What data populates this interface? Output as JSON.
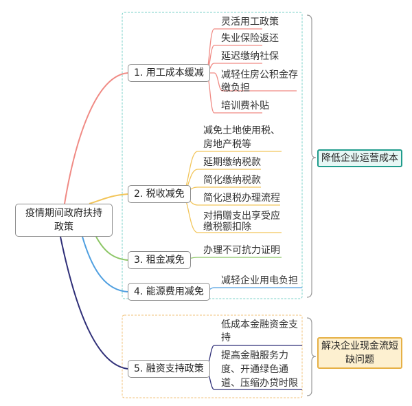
{
  "root": {
    "line1": "疫情期间政府扶持",
    "line2": "政策"
  },
  "branches": [
    {
      "label": "1. 用工成本缓减",
      "leaves": [
        "灵活用工政策",
        "失业保险返还",
        "延迟缴纳社保",
        "减轻住房公积金存",
        "缴负担",
        "培训费补贴"
      ]
    },
    {
      "label": "2. 税收减免",
      "leaves": [
        "减免土地使用税、",
        "房地产税等",
        "延期缴纳税款",
        "简化缴纳税款",
        "简化退税办理流程",
        "对捐赠支出享受应",
        "缴税额扣除"
      ]
    },
    {
      "label": "3. 租金减免",
      "leaves": [
        "办理不可抗力证明"
      ]
    },
    {
      "label": "4. 能源费用减免",
      "leaves": [
        "减轻企业用电负担"
      ]
    },
    {
      "label": "5. 融资支持政策",
      "leaves": [
        "低成本金融资金支",
        "持",
        "提高金融服务力",
        "度、开通绿色通",
        "道、压缩办贷时限"
      ]
    }
  ],
  "summaries": [
    {
      "line1": "降低企业运营成本"
    },
    {
      "line1": "解决企业现金流短",
      "line2": "缺问题"
    }
  ],
  "colors": {
    "branch1": "#f08a84",
    "branch2": "#f2c55a",
    "branch3": "#8cc665",
    "branch4": "#4f9fe0",
    "branch5": "#2f2f78",
    "frame_teal": "#79d1c8",
    "frame_orange": "#f2c27a",
    "summary1_bg": "#e6f7f5",
    "summary1_border": "#1f9c8c",
    "summary2_bg": "#fdf0d0",
    "summary2_border": "#e6b045"
  }
}
